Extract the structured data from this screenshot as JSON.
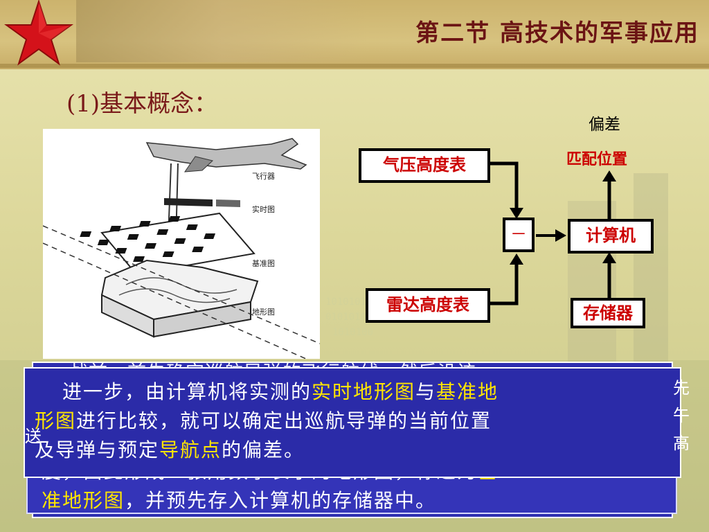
{
  "header": {
    "title": "第二节  高技术的军事应用"
  },
  "section_heading": "(1)基本概念：",
  "figure": {
    "labels": [
      "飞行器",
      "实时图",
      "基准图",
      "地形图"
    ]
  },
  "diagram": {
    "top_right_plain": "偏差",
    "top_right_red": "匹配位置",
    "box_barometer": "气压高度表",
    "box_radar": "雷达高度表",
    "box_minus": "－",
    "box_computer": "计算机",
    "box_storage": "存储器"
  },
  "text": {
    "ghost_top": "战前，首先确定巡航导弹的飞行航线，然后沿该",
    "line1_a": "进一步，由计算机将实测的",
    "line1_hl1": "实时地形图",
    "line1_b": "与",
    "line1_hl2": "基准地",
    "line2_hl": "形图",
    "line2_b": "进行比较，就可以确定出巡航导弹的当前位置",
    "line3_a": "及导弹与预定",
    "line3_hl": "导航点",
    "line3_b": "的偏差。",
    "bottom1_a": "度，由此形成一张用数字表示的地形图，称之为",
    "bottom1_hl": "基",
    "bottom2_hl": "准地形图",
    "bottom2_b": "，并预先存入计算机的存储器中。",
    "edge_left": "送",
    "edge_right_1": "先",
    "edge_right_2": "午",
    "edge_right_3": "高"
  }
}
